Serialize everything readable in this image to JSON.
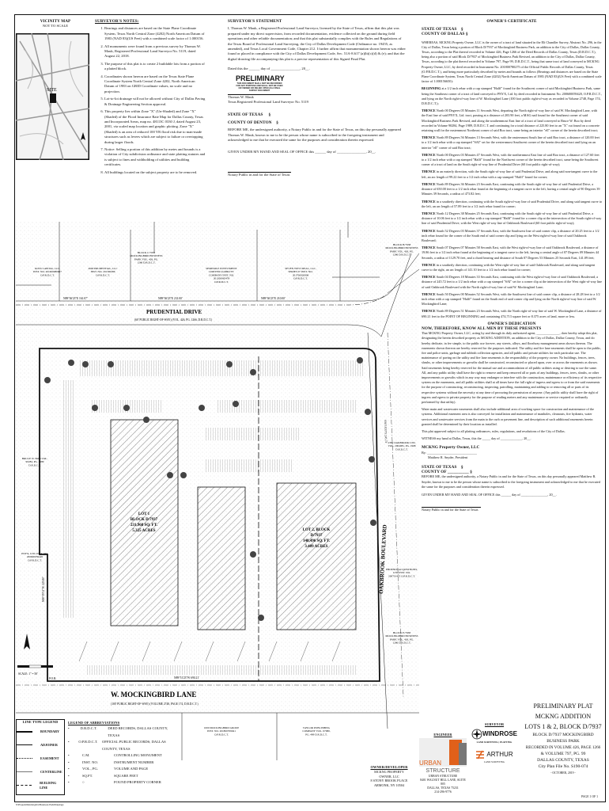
{
  "vicinity_map": {
    "title": "VICINITY MAP",
    "subtitle": "NOT TO SCALE",
    "site_label": "SITE"
  },
  "surveyors_notes": {
    "title": "SURVEYOR'S NOTES:",
    "items": [
      "Bearings and distances are based on the State Plane Coordinate System, Texas North Central Zone (4202) North American Datum of 1983 (NAD 83)(US Feet) with a combined scale factor of 1.000156.",
      "All monuments were found from a previous survey by Thomas W. Mauk, Registered Professional Land Surveyor No. 5119, dated August 22, 2018.",
      "The purpose of this plat is to create 2 buildable lots from a portion of a platted block.",
      "Coordinates shown hereon are based on the Texas State Plane Coordinate System North Central Zone 4202, North American Datum of 1983 on GRID Coordinate values, no scale and no projection.",
      "Lot-to-lot drainage will not be allowed without City of Dallas Paving & Drainage Engineering Section approval.",
      "This property lies within Zone \"X\" (Un-Shaded) and Zone \"X\" (Shaded) of the Flood Insurance Rate Map for Dallas County, Texas and Incorporated Areas, map no. 48113C 0330 J, dated August 23, 2001, via scaled map location and graphic plotting. Zone \"X\" (Shaded) is an area of reduced 100 YR flood risk due to man-made structures such as levees which are subject to failure or overtopping during larger floods.",
      "Notice: Selling a portion of this addition by metes and bounds is a violation of City subdivision ordinance and state platting statutes and is subject to fines and withholding of utilities and building certificates.",
      "All buildings located on the subject property are to be removed."
    ]
  },
  "surveyors_statement": {
    "title": "SURVEYOR'S STATEMENT",
    "body": "I, Thomas W. Mauk, a Registered Professional Land Surveyor, licensed by the State of Texas, affirm that this plat was prepared under my direct supervision, from recorded documentation, evidence collected on the ground during field operations and other reliable documentation; and that this plat substantially complies with the Rules and Regulations of the Texas Board of Professional Land Surveying, the City of Dallas Development Code (Ordinance no. 19455, as amended), and Texas Local Government Code, Chapter 212. I further affirm that monumentation shown hereon was either found or placed in compliance with the City of Dallas Development Code, Sec. 51A-8.617 (a)(b)(c)(d) & (e); and that the digital drawing file accompanying this plat is a precise representation of this Signed Final Plat.",
    "dated": "Dated this the ______ day of ________________, 20__.",
    "stamp_title": "PRELIMINARY",
    "stamp_text": "THIS DOCUMENT SHALL NOT BE RECORDED FOR ANY PURPOSE AND SHALL NOT BE USED OR VIEWED OR RELIED UPON AS A FINAL SURVEY DOCUMENT",
    "signer": "Thomas W. Mauk",
    "signer_title": "Texas Registered Professional Land Surveyor No. 5119",
    "state": "STATE OF TEXAS",
    "county": "COUNTY OF DENTON",
    "section": "§",
    "notary_body": "BEFORE ME, the undersigned authority, a Notary Public in and for the State of Texas, on this day personally appeared Thomas W. Mauk, known to me to be the person whose name is subscribed to the foregoing instrument and acknowledged to me that he executed the same for the purposes and consideration therein expressed.",
    "given": "GIVEN UNDER MY HAND AND SEAL OF OFFICE this ______ day of ________________, 20__.",
    "notary_line": "Notary Public in and for the State of Texas"
  },
  "owners_certificate": {
    "title": "OWNER'S CERTIFICATE",
    "state": "STATE OF TEXAS",
    "county": "COUNTY OF DALLAS",
    "section": "§",
    "whereas": "WHEREAS, MCKNG Property Owner, LLC is the owner of a tract of land situated in the Eli Chandler Survey, Abstract No. 296, in the City of Dallas, Texas being a portion of Block D/7937 of Mockingbird Business Park, an addition to the City of Dallas, Dallas County, Texas, according to the Plat thereof recorded in Volume 426, Page 1266 of the Deed Records of Dallas County, Texas (D.R.D.C.T.), being also a portion of said Block D/7937 of Mockingbird Business Park Revised, an addition to the City of Dallas, Dallas County, Texas, according to the plat thereof recorded in Volume 797, Page 99, D.R.D.C.T., being that same tract of land conveyed to MCKNG Property Owner, LLC, by deed recorded in Instrument No. 201800780275 of the Official Public Records of Dallas County, Texas (O.P.R.D.C.T.), and being more particularly described by metes and bounds as follows (Bearings and distances are based on the State Plane Coordinate System, Texas North Central Zone (4202) North American Datum of 1983 (NAD 83)(US Feet) with a combined scale factor of 1.000156650):",
    "beginning_label": "BEGINNING",
    "beginning": "at a 1/2 inch rebar with a cap stamped \"Halff\" found for the Southwest corner of said Mockingbird Business Park, same being the Southeast corner of a tract of land conveyed to PNYX, Ltd. by deed recorded in Instrument No. 200600059420, O.P.R.D.C.T., and lying on the North right-of-way line of W. Mockingbird Lane (100 foot public right-of-way as recorded in Volume 2748, Page 174, D.R.D.C.T.);",
    "thence": [
      "North 00 Degrees 05 Minutes 11 Seconds West, departing the North right-of-way line of said W. Mockingbird Lane, with the East line of said PNYX, Ltd. tract, passing at a distance of 203.90 feet, a MAG nail found for the Southeast corner of said Mockingbird Business Park Revised, and along the southernmost East line of a tract of land conveyed to Bruce W. Boo by deed recorded in Volume 90284, Page 1989, D.R.D.C.T. and continuing for a total distance of 225.80 feet to an \"X\" cut found on a concrete retaining wall for the easternmost Northeast corner of said Boo tract, same being an interior \"ell\" corner of the herein described tract;",
      "North 89 Degrees 56 Minutes 13 Seconds West, with the easternmost South line of said Boo tract, a distance of 120.00 feet to a 1/2 inch rebar with a cap stamped \"SAI\" set for the westernmost Southwest corner of the herein described tract and lying on an interior \"ell\" corner of said Boo tract;",
      "North 00 Degrees 03 Minutes 47 Seconds West, with the northernmost East line of said Boo tract, a distance of 127.60 feet to a 1/2 inch rebar with a cap stamped \"Halff\" found for the Northwest corner of the herein described tract, same being the Southwest corner of a tract of land on the South right-of-way line of Prudential Drive (60 foot public right-of-way);",
      "in an easterly direction, with the South right-of-way line of said Prudential Drive, and along said non-tangent curve to the left, an arc length of 99.22 feet to a 1/2 inch rebar with a cap stamped \"Halff\" found for corner;",
      "North 89 Degrees 36 Minutes 23 Seconds East, continuing with the South right-of-way line of said Prudential Drive, a distance of 650.00 feet to a 1/2 inch rebar found at the beginning of a tangent curve to the left, having a central angle of 90 Degrees 39 Minutes 39 Seconds, a radius of 473.82 feet;",
      "in a southerly direction, continuing with the South right-of-way line of said Prudential Drive, and along said tangent curve to the left, an arc length of 57.89 feet to a 1/2 inch rebar found for corner;",
      "North 12 Degrees 38 Minutes 25 Seconds East, continuing with the South right-of-way line of said Prudential Drive, a distance of 10.06 feet to a 1/2 inch rebar with a cap stamped \"Halff\" found for a corner clip at the intersection of the South right-of-way line of said Prudential Drive, with the West right-of-way line of Oakbrook Boulevard (60 foot public right-of-way);",
      "South 52 Degrees 03 Minutes 37 Seconds East, with the Southwest line of said corner clip, a distance of 20.25 feet to a 1/2 inch rebar found for the corner of the South end of said corner clip and lying on the West right-of-way line of said Oakbrook Boulevard;",
      "South 07 Degrees 07 Minutes 58 Seconds East, with the West right-of-way line of said Oakbrook Boulevard, a distance of 19.86 feet to a 1/2 inch rebar found at the beginning of a tangent curve to the left, having a central angle of 07 Degrees 09 Minutes 44 Seconds, a radius of 1129.70 feet, and a chord bearing and distance of South 07 Degrees 53 Minutes 25 Seconds East, 141.09 feet;",
      "in a southerly direction, continuing with the West right-of-way line of said Oakbrook Boulevard, and along said tangent curve to the right, an arc length of 141.10 feet to a 1/2 inch rebar found for corner;",
      "South 04 Degrees 18 Minutes 33 Seconds East, continuing with the West right-of-way line of said Oakbrook Boulevard, a distance of 245.72 feet to a 1/2 inch rebar with a cap stamped \"SAI\" set for a corner clip at the intersection of the West right-of-way line of said Oakbrook Boulevard with the North right-of-way line of said W. Mockingbird Lane;",
      "South 50 Degrees 00 Minutes 52 Seconds West, with the Southwest line of said corner clip, a distance of 28.28 feet to a 1/2 inch rebar with a cap stamped \"Halff\" found on the South end of said corner clip and lying on the North right-of-way line of said W. Mockingbird Lane;",
      "North 89 Degrees 51 Minutes 23 Seconds West, with the North right-of-way line of said W. Mockingbird Lane, a distance of 690.21 feet to the POINT OF BEGINNING and containing 474,713 square feet or 8.375 acres of land, more or less."
    ],
    "thence_label": "THENCE",
    "dedication_title": "OWNER'S DEDICATION",
    "now_therefore": "NOW, THEREFORE, KNOW ALL MEN BY THESE PRESENTS",
    "dedication": "That MCKNG Property Owner, LLC, acting by and through its duly authorized agent, ______________, does hereby adopt this plat, designating the herein described property as MCKNG ADDITION, an addition to the City of Dallas, Dallas County, Texas, and do hereby dedicate, in fee simple, to the public use forever, any streets, alleys, and floodway management areas shown thereon. The easements shown thereon are hereby reserved for the purposes indicated. The utility and fire lane easements shall be open to the public, fire and police units, garbage and rubbish collection agencies, and all public and private utilities for each particular use. The maintenance of paving on the utility and fire lane easements is the responsibility of the property owner. No buildings, fences, trees, shrubs, or other improvements or growths shall be constructed, reconstructed or placed upon, over or across the easements as shown. Said easements being hereby reserved for the mutual use and accommodation of all public utilities using or desiring to use the same. All, and any public utility shall have the right to remove and keep removed all or parts of any buildings, fences, trees, shrubs, or other improvements or growths which in any way may endanger or interfere with the construction, maintenance or efficiency of its respective system on the easements, and all public utilities shall at all times have the full right of ingress and egress to or from the said easements for the purpose of constructing, reconstructing, inspecting, patrolling, maintaining and adding to or removing all or parts of its respective systems without the necessity at any time of procuring the permission of anyone. (Any public utility shall have the right of ingress and egress to private property for the purpose of reading meters and any maintenance or service required or ordinarily performed by that utility).",
    "water": "Water main and wastewater easements shall also include additional area of working space for construction and maintenance of the systems. Additional easement area is also conveyed for installation and maintenance of manholes, cleanouts, fire hydrants, water services and wastewater services from the main to the curb or pavement line, and description of such additional easements herein granted shall be determined by their location as installed.",
    "approved": "This plat approved subject to all platting ordinances, rules, regulations, and resolutions of the City of Dallas.",
    "witness": "WITNESS my hand at Dallas, Texas, this the _____ day of _____________, 20__.",
    "company": "MCKNG Property Owner, LLC",
    "by": "By: ______________________________",
    "signer": "Matthew R. Snyder, President",
    "state2": "STATE OF TEXAS",
    "county2": "COUNTY OF __________",
    "notary_body": "BEFORE ME, the undersigned authority, a Notary Public in and for the State of Texas, on this day personally appeared Matthew R. Snyder, known to me to be the person whose name is subscribed to the foregoing instrument and acknowledged to me that he executed the same for the purposes and consideration therein expressed.",
    "given": "GIVEN UNDER MY HAND AND SEAL OF OFFICE this ______ day of ________________, 20__.",
    "notary_line": "Notary Public in and for the State of Texas"
  },
  "plat": {
    "street_prudential": "PRUDENTIAL DRIVE",
    "street_prudential_sub": "(60' PUBLIC RIGHT-OF-WAY) (VOL. 426, PG. 1266, D.R.D.C.T.)",
    "street_oakbrook": "OAKBROOK BOULEVARD",
    "street_mockingbird": "W. MOCKINGBIRD LANE",
    "street_mockingbird_sub": "(100' PUBLIC RIGHT-OF-WAY) (VOLUME 2748, PAGE 174, D.R.D.C.T.)",
    "lot1": [
      "LOT 1",
      "BLOCK D/7937",
      "231,968 SQ. FT.",
      "5.325 ACRES"
    ],
    "lot2": [
      "LOT 2, BLOCK",
      "D/7937",
      "148,496 SQ. FT.",
      "3.409 ACRES"
    ],
    "adjoiners": [
      "ROSS CAPITAL, LLC INST. NO. 201600080667 O.P.R.D.C.T.",
      "BLOCK C/7937 MOCKINGBIRD BUSINESS PARK VOL. 426, PG. 1266 D.R.D.C.T.",
      "2600 PRUDENTIAL, LLC INST. NO. 201300286 O.P.R.D.C.T.",
      "SEMINOLE INVESTMENT LIMITED LIABILITY COMPANY INST. NO. 201200065478 O.P.R.D.C.T.",
      "SEVEN WEST REAL, LLC, SERIES 07 INST. NO. 201700020008 O.P.R.D.C.T.",
      "BLOCK B/7938 MOCKINGBIRD BUSINESS PARK VOL. 426, PG. 1266 D.R.D.C.T.",
      "2380 OAKBROOK LTD. VOL. 2004081, PG. 1968 D.R.D.C.T.",
      "BLOCK E/7938 MOCKINGBIRD BUSINESS PARK VOL. 426, PG. 1266 D.R.D.C.T.",
      "PHOENIX ACQUISITIONS, LTD INST. NO. 200701472 O.P.R.D.C.T.",
      "BRUCE W. BOO VOL. 90284, PG. 1989 D.R.D.C.T.",
      "PNYX, LTD. INST. NO. 200600059420 O.P.R.D.C.T.",
      "1000 MOCKINGBIRD GROUP INST. NO. 201800709041 O.P.R.D.C.T.",
      "TAYLOR PUBLISHING COMPANY VOL. 97080, PG. 499 D.R.D.C.T."
    ],
    "pob": "P.O.B.",
    "bearings": [
      "N89°36'23\"E 161.07'",
      "N89°36'23\"E 231.00'",
      "N89°36'23\"E 210.00'",
      "S04°18'33\"E 245.72'",
      "N89°51'23\"W 690.21'",
      "N00°05'11\"W 225.80'"
    ],
    "scale_label": "SCALE: 1\" = 50'"
  },
  "legends": {
    "line_type_title": "LINE TYPE LEGEND",
    "line_types": [
      "BOUNDARY",
      "ADJOINER",
      "EASEMENT",
      "CENTERLINE",
      "BUILDING LINE"
    ],
    "abbr_title": "LEGEND OF ABBREVIATIONS",
    "abbreviations": [
      {
        "abbr": "D.R.D.C.T.",
        "meaning": "DEED RECORDS, DALLAS COUNTY, TEXAS"
      },
      {
        "abbr": "O.P.R.D.C.T.",
        "meaning": "OFFICIAL PUBLIC RECORDS, DALLAS COUNTY, TEXAS"
      },
      {
        "abbr": "C.M.",
        "meaning": "CONTROLLING MONUMENT"
      },
      {
        "abbr": "INST. NO.",
        "meaning": "INSTRUMENT NUMBER"
      },
      {
        "abbr": "VOL., PG.",
        "meaning": "VOLUME AND PAGE"
      },
      {
        "abbr": "SQ.FT.",
        "meaning": "SQUARE FEET"
      },
      {
        "abbr": "○",
        "meaning": "FOUND PROPERTY CORNER"
      }
    ]
  },
  "owner_developer": {
    "title": "OWNER/DEVELOPER",
    "lines": [
      "MCKNG PROPERTY",
      "OWNER, LLC",
      "8 STONY BROOK PLACE",
      "ARMONK, NY 10504"
    ]
  },
  "engineer": {
    "title": "ENGINEER",
    "logo_top": "URBAN",
    "logo_bottom": "STRUCTURE",
    "lines": [
      "URBAN STRUCTURE",
      "8401 WALNUT HILL LANE, SUITE 805",
      "DALLAS, TEXAS 75231",
      "214-296-9776"
    ]
  },
  "surveyor": {
    "title": "SURVEYOR",
    "windrose": "WINDROSE",
    "windrose_sub": "LAND SURVEYING | PLATTING",
    "arthur": "ARTHUR",
    "arthur_sub": "LAND SURVEYING"
  },
  "title_block": {
    "lines": [
      "PRELIMINARY PLAT",
      "MCKNG ADDITION",
      "LOTS 1 & 2, BLOCK D/7937",
      "BLOCK D/7937 MOCKINGBIRD",
      "BUSINESS PARK",
      "RECORDED IN VOLUME 426, PAGE 1266",
      "& VOLUME 797, PG. 99",
      "DALLAS COUNTY, TEXAS",
      "City Plan File No. S190-074"
    ],
    "date": "- OCTOBER, 2019 -",
    "page": "PAGE 1 OF 1"
  },
  "footer_path": "S:\\Projects\\Mockingbird Business Park\\Drawings"
}
